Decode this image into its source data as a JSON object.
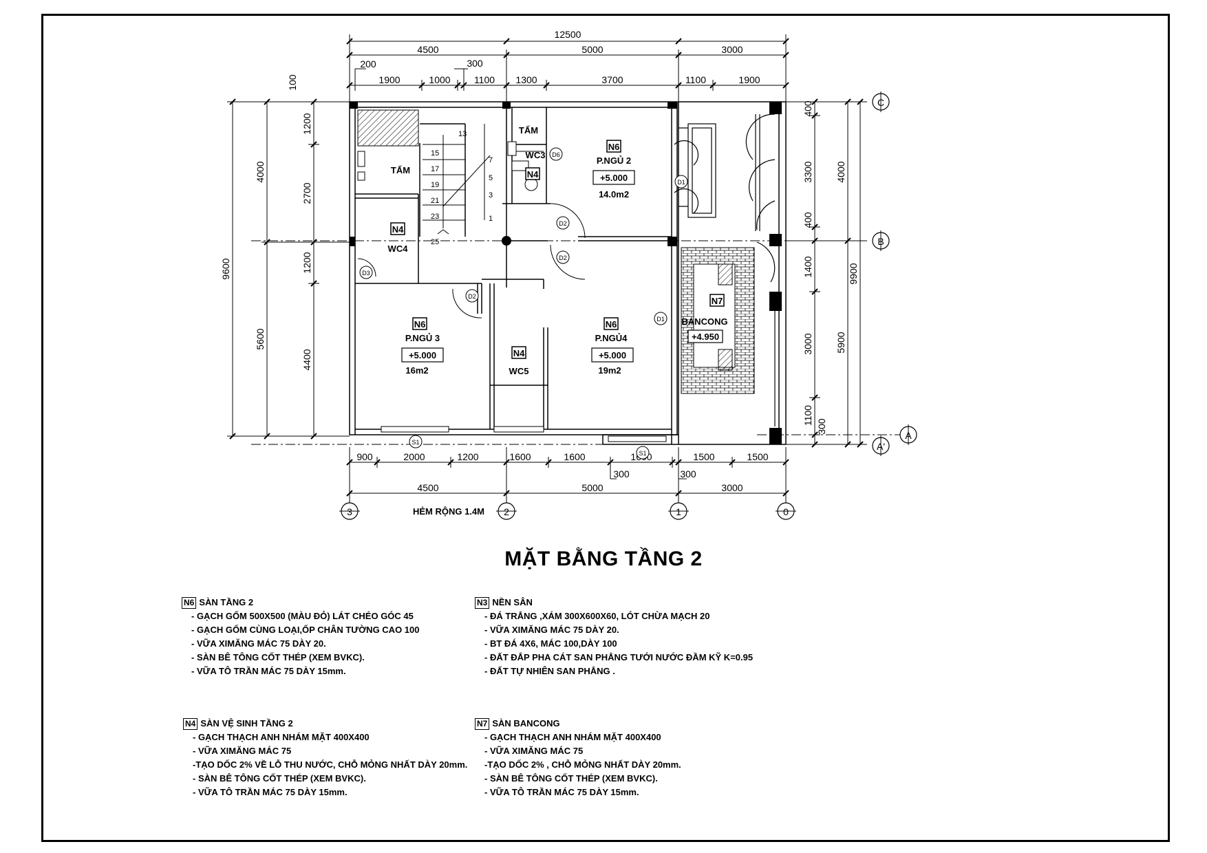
{
  "title": "MẶT BẰNG TẦNG 2",
  "alley_label": "HẺM RỘNG 1.4M",
  "dims_top": {
    "overall": "12500",
    "bays": [
      "4500",
      "5000",
      "3000"
    ],
    "small": [
      "200",
      "300",
      "100"
    ],
    "segments": [
      "1900",
      "1000",
      "1100",
      "1300",
      "3700",
      "1100",
      "1900"
    ]
  },
  "dims_bottom": {
    "segments": [
      "900",
      "2000",
      "1200",
      "1600",
      "1600",
      "1600",
      "1500",
      "1500"
    ],
    "small": [
      "300",
      "300"
    ],
    "bays": [
      "4500",
      "5000",
      "3000"
    ]
  },
  "dims_left": {
    "overall": "9600",
    "bays": [
      "4000",
      "5600"
    ],
    "segments": [
      "1200",
      "2700",
      "1200",
      "4400"
    ]
  },
  "dims_right": {
    "segments": [
      "400",
      "3300",
      "400",
      "1400",
      "3000",
      "1100",
      "300"
    ],
    "bays": [
      "4000",
      "5900"
    ],
    "overall": "9900"
  },
  "axes": {
    "cols": [
      "3",
      "2",
      "1",
      "0"
    ],
    "rows": [
      "C",
      "B",
      "A",
      "A'"
    ]
  },
  "rooms": {
    "ngu2": {
      "tag": "N6",
      "name": "P.NGỦ 2",
      "level": "+5.000",
      "area": "14.0m2"
    },
    "ngu3": {
      "tag": "N6",
      "name": "P.NGỦ 3",
      "level": "+5.000",
      "area": "16m2"
    },
    "ngu4": {
      "tag": "N6",
      "name": "P.NGỦ4",
      "level": "+5.000",
      "area": "19m2"
    },
    "wc3": {
      "tag": "N4",
      "name": "WC3"
    },
    "wc4": {
      "tag": "N4",
      "name": "WC4"
    },
    "wc5": {
      "tag": "N4",
      "name": "WC5"
    },
    "bancong": {
      "tag": "N7",
      "name": "BANCONG",
      "level": "+4.950"
    },
    "tam1": "TẤM",
    "tam2": "TẤM"
  },
  "stairs": [
    "13",
    "15",
    "17",
    "19",
    "21",
    "23",
    "25",
    "7",
    "5",
    "3",
    "1"
  ],
  "doors": {
    "d1": "D1",
    "d2": "D2",
    "d3": "D3",
    "d6": "D6",
    "s1": "S1"
  },
  "specs": [
    {
      "tag": "N6",
      "title": "SÀN TẦNG 2",
      "lines": [
        "- GẠCH GỐM 500X500 (MÀU ĐỎ) LÁT CHÉO GÓC 45",
        "- GẠCH GỐM  CÙNG LOẠI,ỐP CHÂN TƯỜNG CAO 100",
        "- VỮA XIMĂNG MÁC 75 DÀY 20.",
        "- SÀN BÊ TÔNG CỐT THÉP (XEM BVKC).",
        "- VỮA TÔ TRẦN MÁC 75 DÀY 15mm."
      ]
    },
    {
      "tag": "N3",
      "title": "NỀN SÂN",
      "lines": [
        "- ĐÁ TRẮNG ,XÁM 300X600X60, LÓT CHỪA MẠCH 20",
        "- VỮA XIMĂNG MÁC 75 DÀY 20.",
        "- BT ĐÁ 4X6, MÁC 100,DÀY 100",
        "- ĐẤT ĐẮP PHA CÁT SAN PHẲNG  TƯỚI NƯỚC ĐẦM KỸ K=0.95",
        "- ĐẤT TỰ NHIÊN SAN PHẲNG ."
      ]
    },
    {
      "tag": "N4",
      "title": "SÀN VỆ SINH TẦNG 2",
      "lines": [
        "- GẠCH THẠCH ANH NHÁM MẶT 400X400",
        "- VỮA XIMĂNG MÁC 75",
        "-TẠO DỐC 2% VỀ LỖ THU NƯỚC, CHỖ MỎNG NHẤT DÀY 20mm.",
        "- SÀN BÊ TÔNG CỐT THÉP (XEM BVKC).",
        "- VỮA TÔ TRẦN MÁC 75 DÀY 15mm."
      ]
    },
    {
      "tag": "N7",
      "title": "SÀN BANCONG",
      "lines": [
        "- GẠCH THẠCH ANH NHÁM MẶT 400X400",
        "- VỮA XIMĂNG MÁC 75",
        "-TẠO DỐC 2% , CHỖ MỎNG NHẤT DÀY 20mm.",
        "- SÀN BÊ TÔNG CỐT THÉP (XEM BVKC).",
        "- VỮA TÔ TRẦN MÁC 75 DÀY 15mm."
      ]
    }
  ]
}
